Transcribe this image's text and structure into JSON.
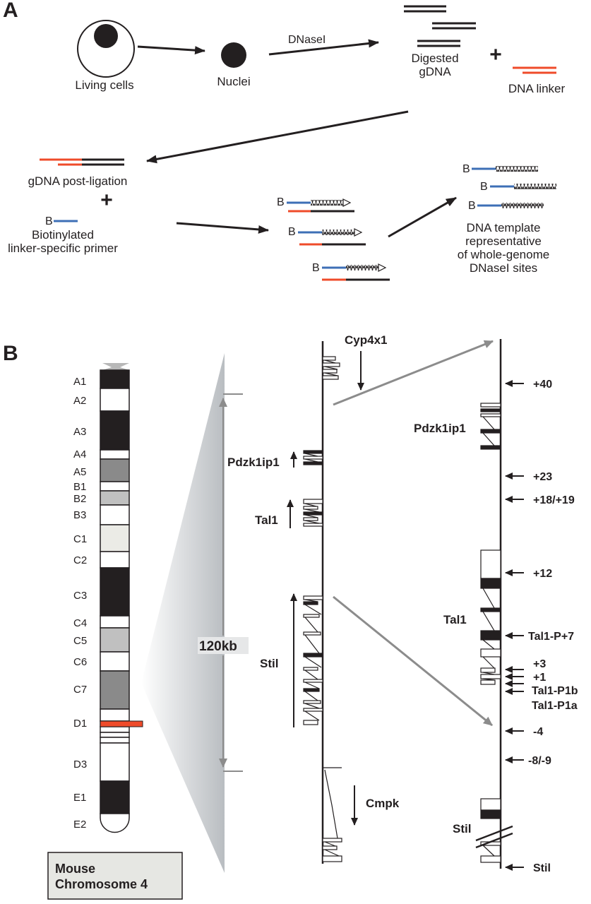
{
  "panel_a": {
    "label": "A",
    "living_cells": "Living cells",
    "nuclei": "Nuclei",
    "dnasei": "DNaseI",
    "digested_1": "Digested",
    "digested_2": "gDNA",
    "plus_1": "+",
    "dna_linker": "DNA linker",
    "post_ligation": "gDNA post-ligation",
    "plus_2": "+",
    "primer_1": "Biotinylated",
    "primer_2": "linker-specific primer",
    "biotin": "B",
    "template_1": "DNA template",
    "template_2": "representative",
    "template_3": "of whole-genome",
    "template_4": "DNaseI sites"
  },
  "panel_b": {
    "label": "B",
    "bands": [
      "A1",
      "A2",
      "A3",
      "A4",
      "A5",
      "B1",
      "B2",
      "B3",
      "C1",
      "C2",
      "C3",
      "C4",
      "C5",
      "C6",
      "C7",
      "D1",
      "D3",
      "E1",
      "E2"
    ],
    "scale_label": "120kb",
    "species_box_1": "Mouse",
    "species_box_2": "Chromosome 4",
    "genes_left": {
      "cyp4x1": "Cyp4x1",
      "pdzk1ip1": "Pdzk1ip1",
      "tal1": "Tal1",
      "stil": "Stil",
      "cmpk": "Cmpk"
    },
    "genes_right": {
      "pdzk1ip1": "Pdzk1ip1",
      "tal1": "Tal1",
      "stil": "Stil"
    },
    "sites": [
      "+40",
      "+23",
      "+18/+19",
      "+12",
      "Tal1-P+7",
      "+3",
      "+1",
      "Tal1-P1b",
      "Tal1-P1a",
      "-4",
      "-8/-9",
      "Stil"
    ]
  },
  "colors": {
    "linker_red": "#ef4b2a",
    "primer_blue": "#3d6fb6",
    "dna_black": "#231f20",
    "highlight_band": "#ef4b2a",
    "gray_arrow": "#8c8c8c"
  }
}
